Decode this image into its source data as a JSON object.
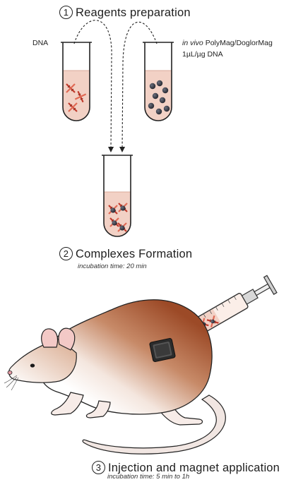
{
  "steps": [
    {
      "number": "1",
      "title": "Reagents preparation"
    },
    {
      "number": "2",
      "title": "Complexes Formation",
      "note": "incubation time: 20 min"
    },
    {
      "number": "3",
      "title": "Injection and magnet application",
      "note": "incubation time: 5 min to 1h"
    }
  ],
  "labels": {
    "dna": "DNA",
    "reagent_italic": "in vivo",
    "reagent_name": "PolyMag/DoglorMag",
    "dose": "1µL/µg DNA"
  },
  "colors": {
    "liquid": "#f2d1c5",
    "dna_strand": "#c0392b",
    "bead": "#2d2f38",
    "rat_back": "#9c4a27",
    "rat_belly": "#ffffff",
    "magnet": "#2b2b2b"
  }
}
